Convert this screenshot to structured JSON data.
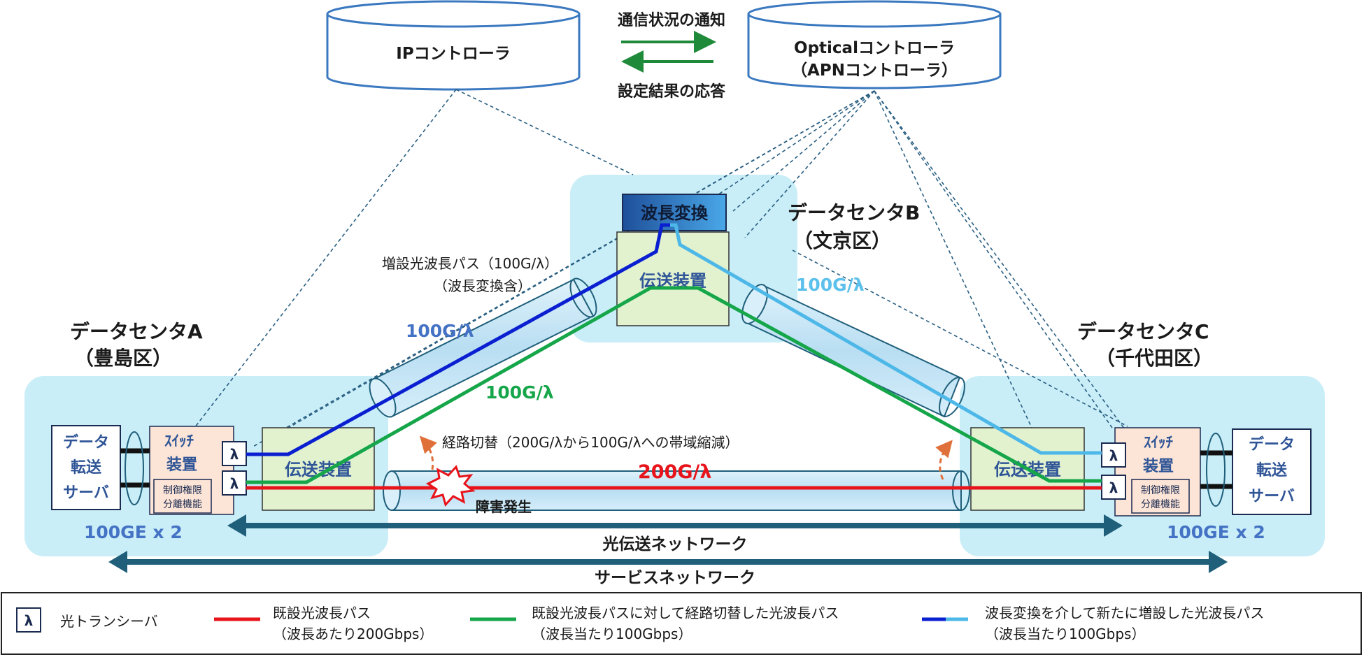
{
  "controllers": {
    "ip": "IPコントローラ",
    "optical_line1": "Opticalコントローラ",
    "optical_line2": "（APNコントローラ）",
    "notify_label": "通信状況の通知",
    "response_label": "設定結果の応答"
  },
  "datacenters": {
    "a": {
      "name": "データセンタA",
      "ward": "（豊島区）"
    },
    "b": {
      "name": "データセンタB",
      "ward": "（文京区）"
    },
    "c": {
      "name": "データセンタC",
      "ward": "（千代田区）"
    }
  },
  "devices": {
    "server_a": [
      "データ",
      "転送",
      "サーバ"
    ],
    "server_c": [
      "データ",
      "転送",
      "サーバ"
    ],
    "switch_top": "ｽｲｯﾁ",
    "switch_bottom": "装置",
    "control_line1": "制御権限",
    "control_line2": "分離機能",
    "transport": "伝送装置",
    "wavelength_conversion": "波長変換",
    "transceiver_symbol": "λ"
  },
  "labels": {
    "added_path_line1": "増設光波長パス（100G/λ）",
    "added_path_line2": "（波長変換含）",
    "rate_100g": "100G/λ",
    "rate_200g": "200G/λ",
    "reroute": "経路切替（200G/λから100G/λへの帯域縮減）",
    "failure": "障害発生",
    "ge_a": "100GE x 2",
    "ge_c": "100GE x 2",
    "optical_network": "光伝送ネットワーク",
    "service_network": "サービスネットワーク"
  },
  "legend": {
    "transceiver": "光トランシーバ",
    "existing_line1": "既設光波長パス",
    "existing_line2": "（波長あたり200Gbps）",
    "rerouted_line1": "既設光波長パスに対して経路切替した光波長パス",
    "rerouted_line2": "（波長当たり100Gbps）",
    "added_line1": "波長変換を介して新たに増設した光波長パス",
    "added_line2": "（波長当たり100Gbps）"
  },
  "colors": {
    "existing_path": "#e8141b",
    "rerouted_path": "#16a64a",
    "added_path_dark": "#0a1fd0",
    "added_path_light": "#4db8e8",
    "dc_area": "#c9eef8",
    "controller_stroke": "#3a78c0",
    "network_arrow": "#1f5f7a",
    "label_blue": "#4472c4"
  }
}
